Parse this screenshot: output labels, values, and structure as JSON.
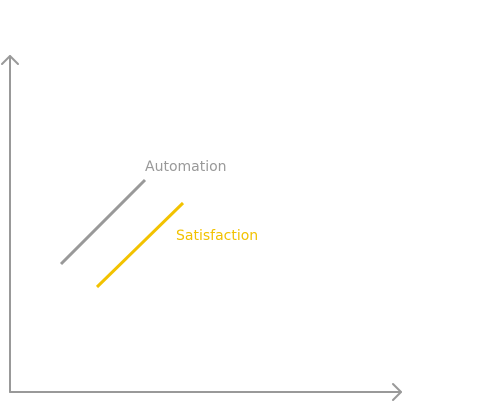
{
  "colors": {
    "axis": "#999999",
    "automation": "#999999",
    "satisfaction": "#f2c200"
  },
  "series": [
    {
      "id": "automation",
      "label": "Automation"
    },
    {
      "id": "satisfaction",
      "label": "Satisfaction"
    }
  ]
}
